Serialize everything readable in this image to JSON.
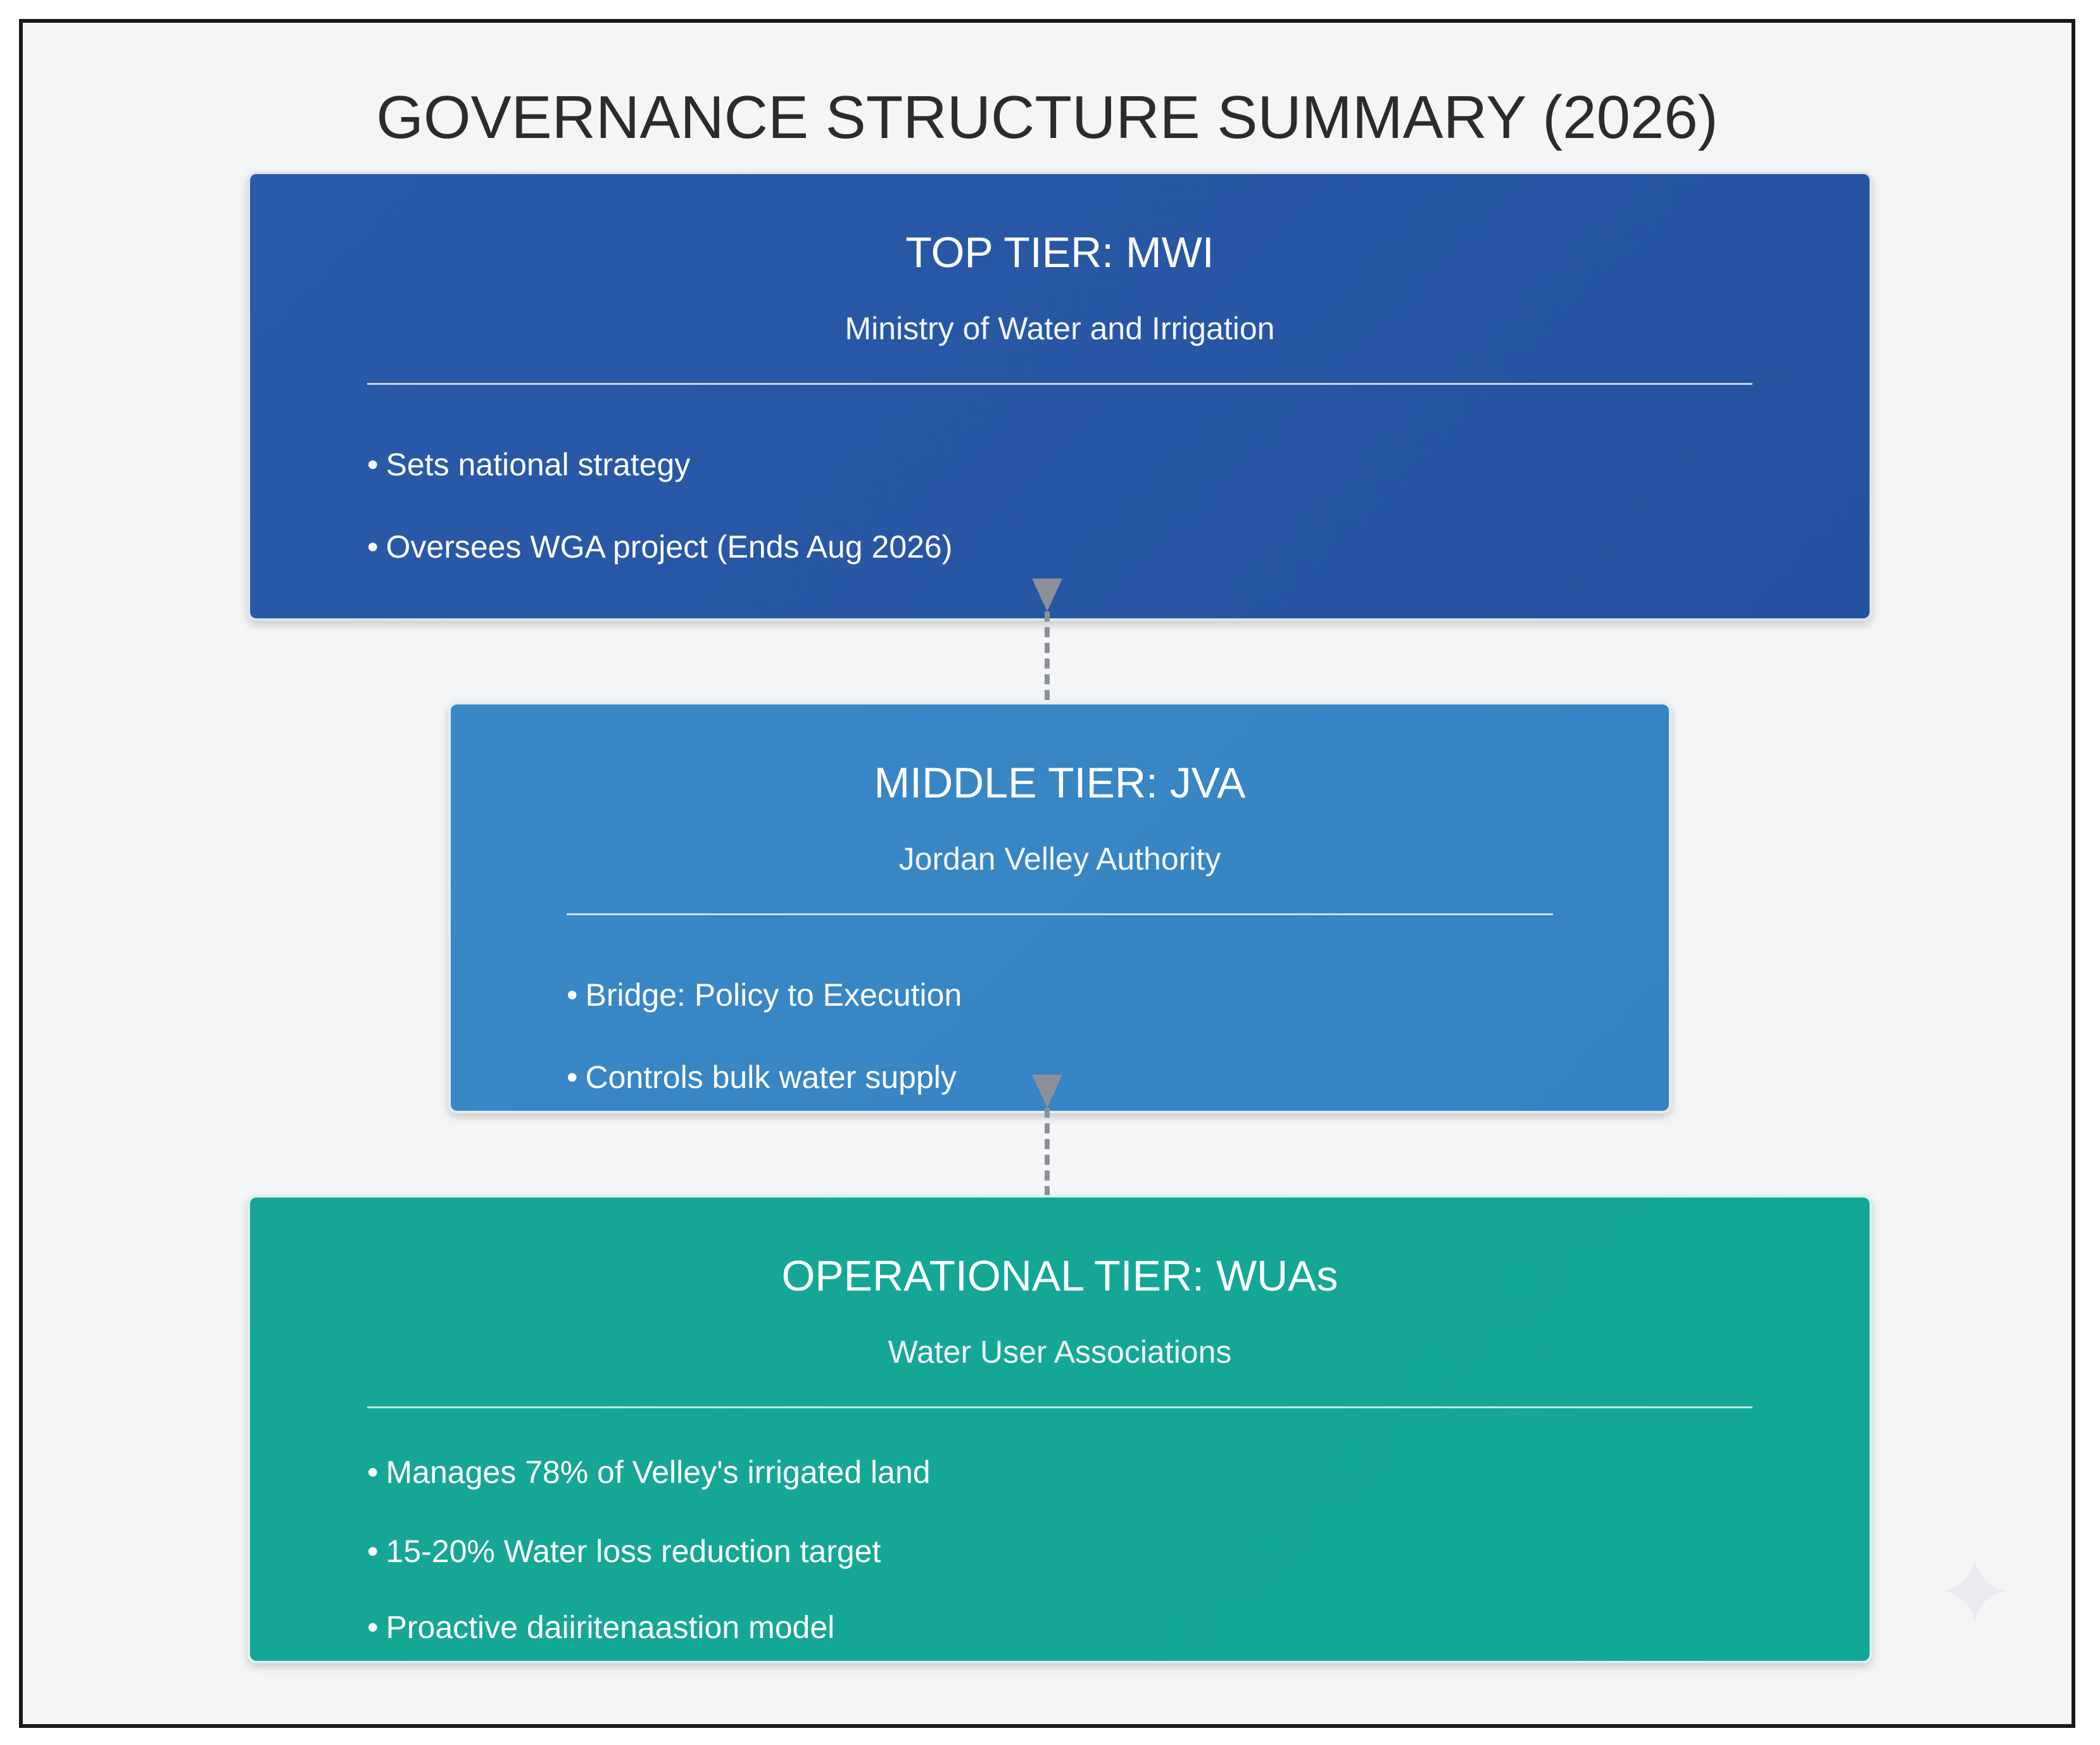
{
  "title": "GOVERNANCE STRUCTURE SUMMARY (2026)",
  "colors": {
    "top_tier": "#2a5ba8",
    "middle_tier": "#3a88c6",
    "operational_tier": "#17a696",
    "connector": "#8d9098"
  },
  "tiers": [
    {
      "heading": "TOP TIER: MWI",
      "subtitle": "Ministry of Water and Irrigation",
      "bullets": [
        "Sets national strategy",
        "Oversees WGA project (Ends Aug 2026)"
      ]
    },
    {
      "heading": "MIDDLE TIER: JVA",
      "subtitle": "Jordan Velley Authority",
      "bullets": [
        "Bridge: Policy to Execution",
        "Controls bulk water supply"
      ]
    },
    {
      "heading": "OPERATIONAL TIER: WUAs",
      "subtitle": "Water User Associations",
      "bullets": [
        "Manages 78% of Velley's irrigated land",
        "15-20% Water loss reduction target",
        "Proactive daiiritenaastion model"
      ]
    }
  ],
  "decor": {
    "sparkle_icon": "sparkle-icon"
  }
}
